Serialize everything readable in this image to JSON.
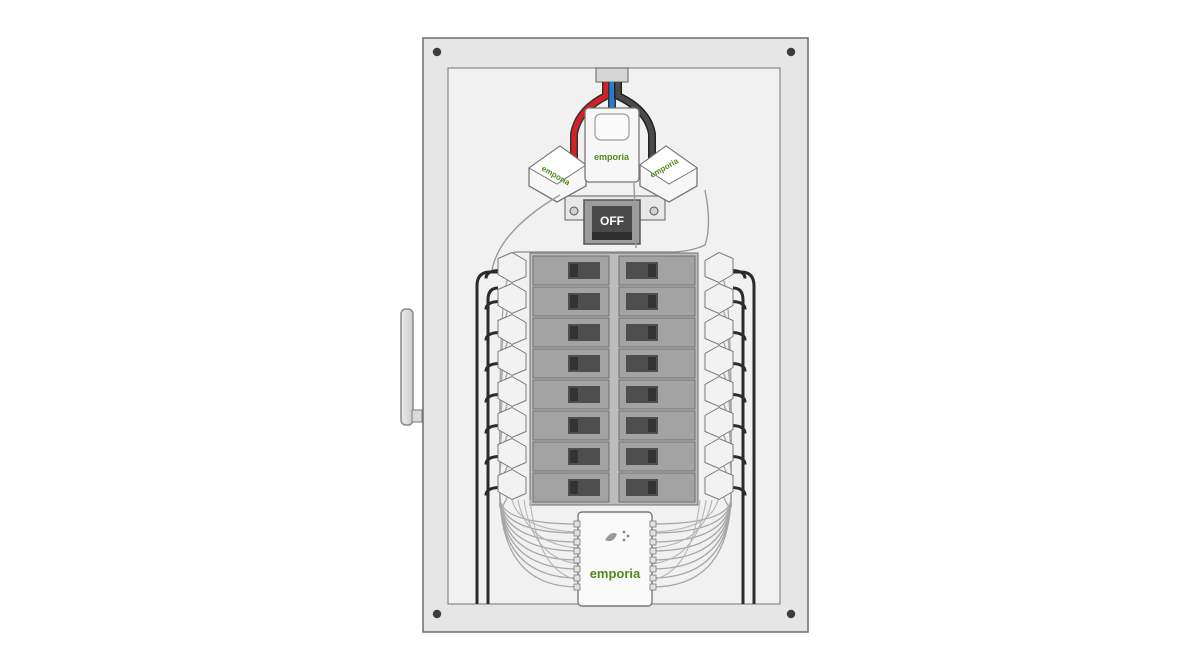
{
  "diagram": {
    "main_switch": {
      "label": "OFF"
    },
    "sensor_brand": "emporia",
    "monitor_brand": "emporia",
    "breakers": {
      "left_count": 8,
      "right_count": 8
    },
    "colors": {
      "panel": "#e3e3e3",
      "wire_red": "#d62027",
      "wire_blue": "#2a7bd1",
      "wire_dark": "#3b3b3b",
      "breaker": "#9a9a9a",
      "brand_green": "#4f8a1e"
    }
  }
}
